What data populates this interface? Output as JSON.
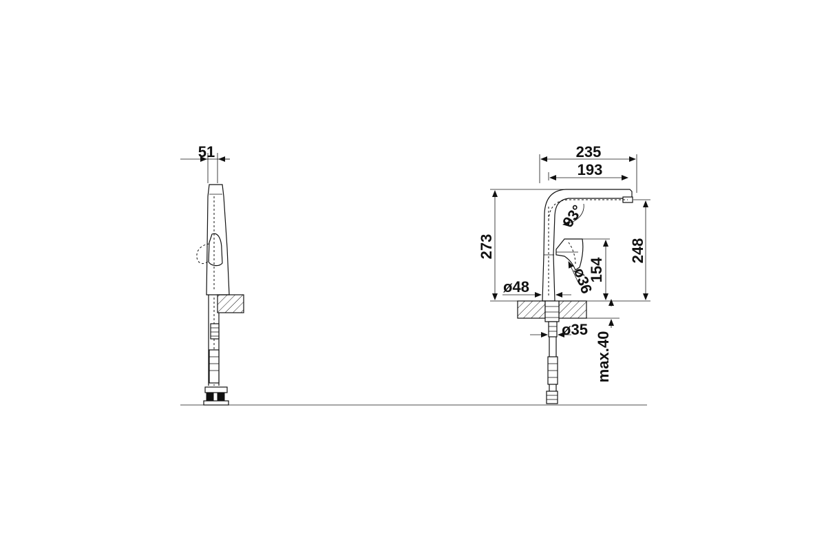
{
  "drawing": {
    "side_view": {
      "width_label": "51"
    },
    "front_view": {
      "overall_length_label": "235",
      "spout_reach_label": "193",
      "spout_angle_label": "93°",
      "overall_height_label": "273",
      "spout_height_label": "248",
      "lever_height_label": "154",
      "base_diameter_label": "ø48",
      "lever_diameter_label": "ø36",
      "hole_diameter_label": "ø35",
      "max_thickness_label": "max.40"
    }
  }
}
